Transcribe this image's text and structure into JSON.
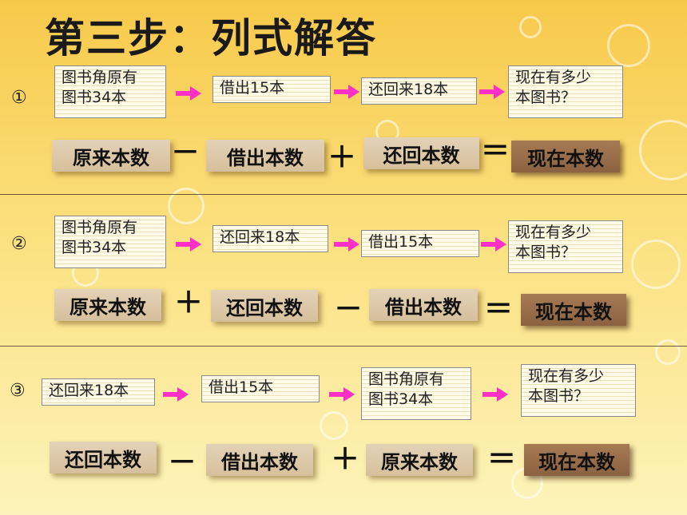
{
  "title": "第三步：列式解答",
  "sections": [
    {
      "number": "①",
      "boxes": [
        "图书角原有\n图书34本",
        "借出15本",
        "还回来18本",
        "现在有多少\n本图书？"
      ],
      "terms": [
        "原来本数",
        "借出本数",
        "还回本数",
        "现在本数"
      ],
      "operators": [
        "－",
        "＋",
        "＝"
      ]
    },
    {
      "number": "②",
      "boxes": [
        "图书角原有\n图书34本",
        "还回来18本",
        "借出15本",
        "现在有多少\n本图书？"
      ],
      "terms": [
        "原来本数",
        "还回本数",
        "借出本数",
        "现在本数"
      ],
      "operators": [
        "＋",
        "－",
        "＝"
      ]
    },
    {
      "number": "③",
      "boxes": [
        "还回来18本",
        "借出15本",
        "图书角原有\n图书34本",
        "现在有多少\n本图书？"
      ],
      "terms": [
        "还回本数",
        "借出本数",
        "原来本数",
        "现在本数"
      ],
      "operators": [
        "－",
        "＋",
        "＝"
      ]
    }
  ],
  "colors": {
    "arrow": "#ff2fc8",
    "result_term": "#8b6241",
    "term": "#d6bf9b"
  }
}
